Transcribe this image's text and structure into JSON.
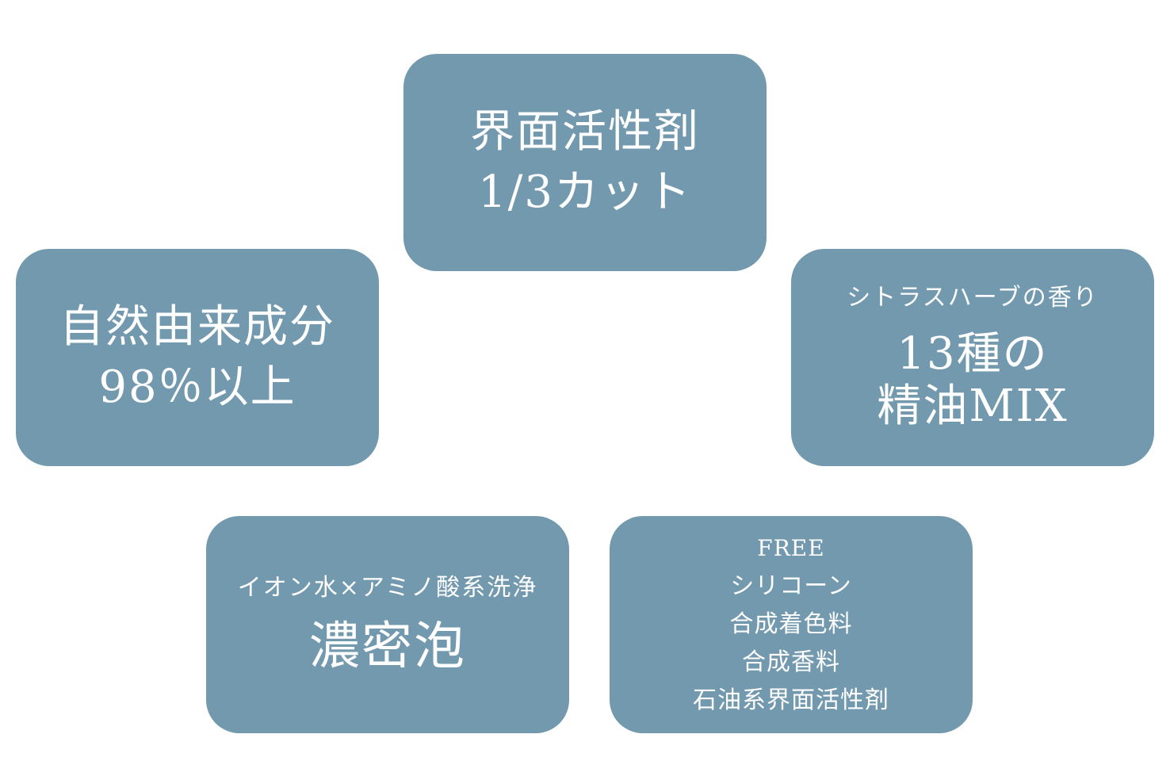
{
  "boxes": {
    "top": {
      "line1": "界面活性剤",
      "line2": "1/3カット"
    },
    "left": {
      "line1": "自然由来成分",
      "line2": "98％以上"
    },
    "right": {
      "subtitle": "シトラスハーブの香り",
      "line1": "13種の",
      "line2": "精油MIX"
    },
    "bottom_left": {
      "subtitle": "イオン水×アミノ酸系洗浄",
      "main": "濃密泡"
    },
    "bottom_right": {
      "heading": "FREE",
      "items": [
        "シリコーン",
        "合成着色料",
        "合成香料",
        "石油系界面活性剤"
      ]
    }
  },
  "colors": {
    "box_fill": "#7299ae",
    "text": "#ffffff",
    "background": "#ffffff"
  }
}
